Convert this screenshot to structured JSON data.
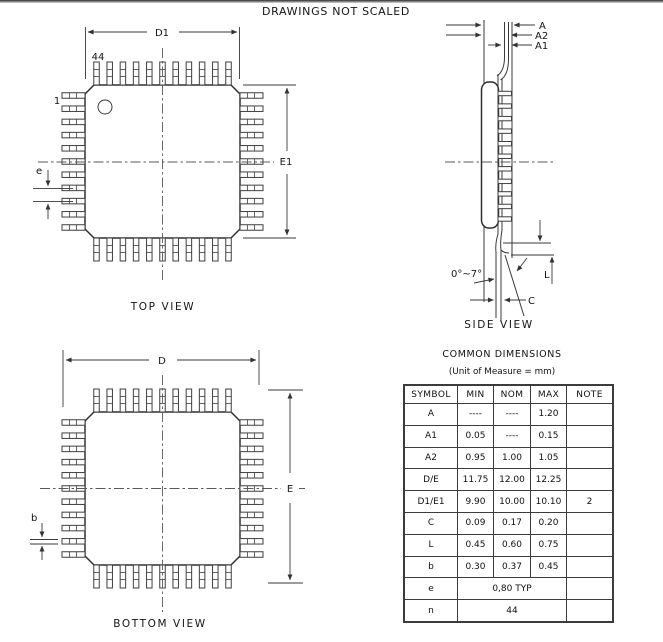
{
  "title": "DRAWINGS NOT SCALED",
  "drawing": {
    "pins_per_side": 11,
    "total_pins": "44"
  },
  "top_view": {
    "label": "TOP VIEW",
    "dim_d1": "D1",
    "dim_e1": "E1",
    "dim_e": "e",
    "pin_44": "44",
    "pin_1": "1"
  },
  "side_view": {
    "label": "SIDE VIEW",
    "dim_a": "A",
    "dim_a2": "A2",
    "dim_a1": "A1",
    "angle": "0°~7°",
    "dim_l": "L",
    "dim_c": "C"
  },
  "bottom_view": {
    "label": "BOTTOM VIEW",
    "dim_d": "D",
    "dim_e": "E",
    "dim_b": "b"
  },
  "table": {
    "title": "COMMON DIMENSIONS",
    "subtitle": "(Unit of Measure = mm)",
    "headers": [
      "SYMBOL",
      "MIN",
      "NOM",
      "MAX",
      "NOTE"
    ],
    "rows": [
      {
        "symbol": "A",
        "min": "----",
        "nom": "----",
        "max": "1.20",
        "note": ""
      },
      {
        "symbol": "A1",
        "min": "0.05",
        "nom": "----",
        "max": "0.15",
        "note": ""
      },
      {
        "symbol": "A2",
        "min": "0.95",
        "nom": "1.00",
        "max": "1.05",
        "note": ""
      },
      {
        "symbol": "D/E",
        "min": "11.75",
        "nom": "12.00",
        "max": "12.25",
        "note": ""
      },
      {
        "symbol": "D1/E1",
        "min": "9.90",
        "nom": "10.00",
        "max": "10.10",
        "note": "2"
      },
      {
        "symbol": "C",
        "min": "0.09",
        "nom": "0.17",
        "max": "0.20",
        "note": ""
      },
      {
        "symbol": "L",
        "min": "0.45",
        "nom": "0.60",
        "max": "0.75",
        "note": ""
      },
      {
        "symbol": "b",
        "min": "0.30",
        "nom": "0.37",
        "max": "0.45",
        "note": ""
      },
      {
        "symbol": "e",
        "span": "0,80 TYP",
        "note": ""
      },
      {
        "symbol": "n",
        "span": "44",
        "note": ""
      }
    ]
  }
}
